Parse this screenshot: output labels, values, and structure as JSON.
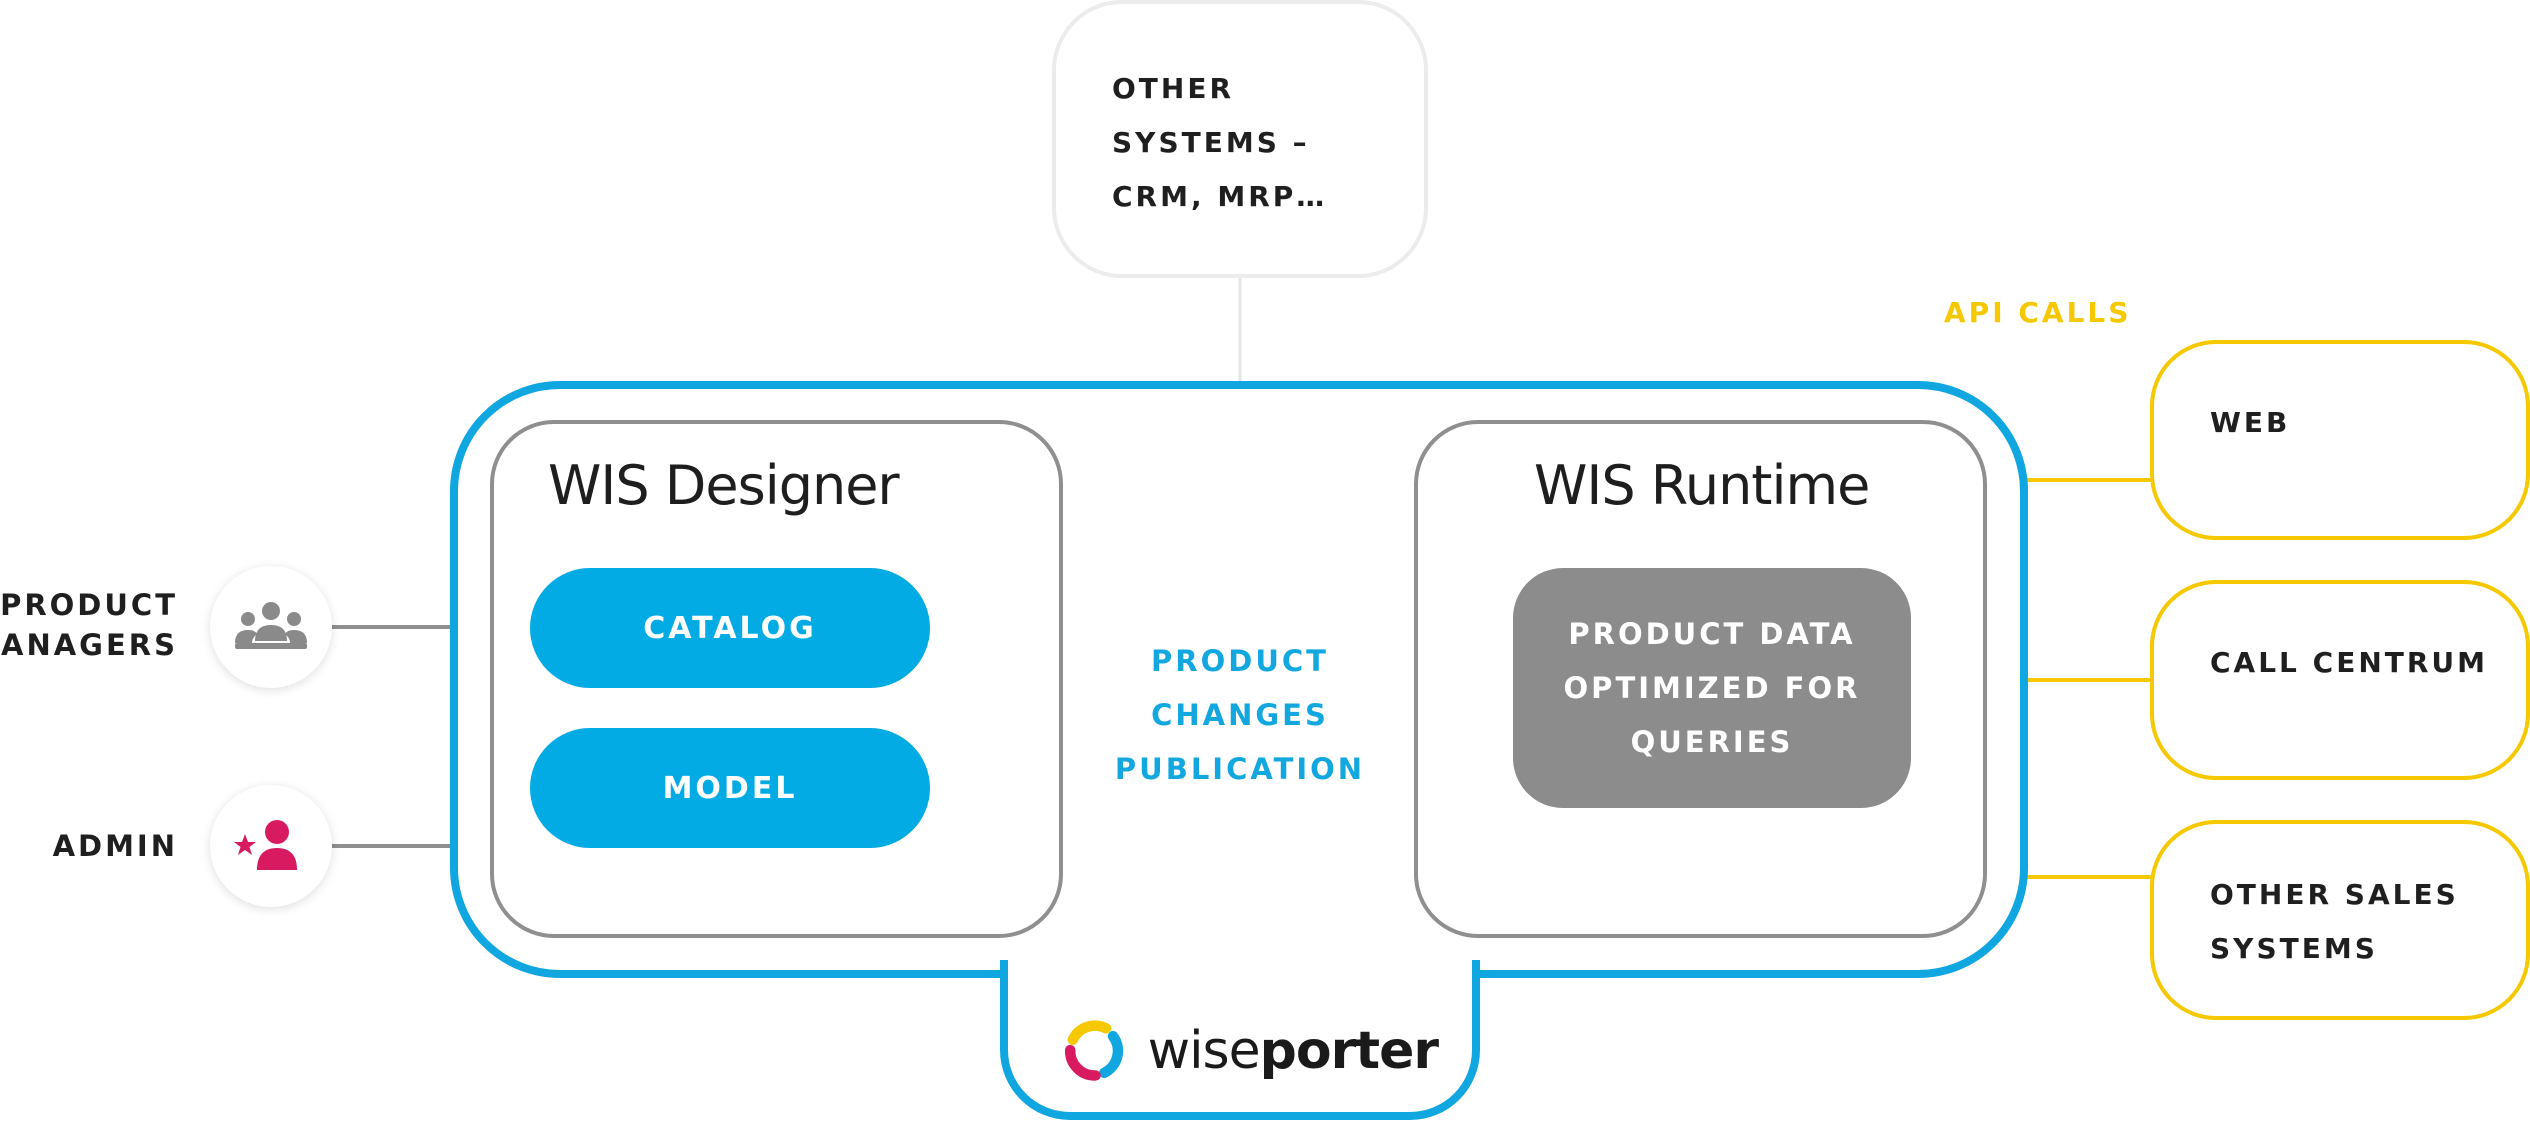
{
  "external": {
    "other_systems_lines": [
      "OTHER",
      "SYSTEMS –",
      "CRM, MRP…"
    ]
  },
  "platform": {
    "designer": {
      "title": "WIS Designer",
      "catalog_label": "CATALOG",
      "model_label": "MODEL"
    },
    "publication_lines": [
      "PRODUCT",
      "CHANGES",
      "PUBLICATION"
    ],
    "runtime": {
      "title": "WIS Runtime",
      "data_lines": [
        "PRODUCT DATA",
        "OPTIMIZED FOR",
        "QUERIES"
      ]
    },
    "logo": {
      "text_light": "wise",
      "text_bold": "porter",
      "colors": [
        "#f5c800",
        "#10a6df",
        "#d81b60"
      ]
    }
  },
  "api": {
    "label": "API CALLS",
    "clients": [
      {
        "lines": [
          "WEB"
        ]
      },
      {
        "lines": [
          "CALL CENTRUM"
        ]
      },
      {
        "lines": [
          "OTHER SALES",
          "SYSTEMS"
        ]
      }
    ]
  },
  "roles": [
    {
      "lines": [
        "PRODUCT",
        "MANAGERS"
      ],
      "icon": "group-icon",
      "color": "#8a8a8a"
    },
    {
      "lines": [
        "ADMIN"
      ],
      "icon": "admin-user-star-icon",
      "color": "#d81b60"
    }
  ],
  "colors": {
    "platform_border": "#10a6df",
    "pill": "#02abe4",
    "api": "#f5c800",
    "panel_border": "#8f8f8f",
    "data_box": "#8c8c8c"
  }
}
